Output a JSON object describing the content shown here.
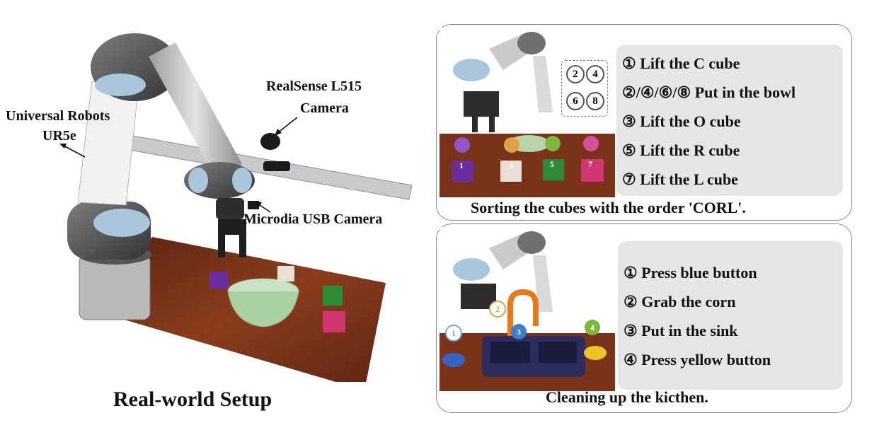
{
  "setup": {
    "title": "Real-world Setup",
    "labels": {
      "robot_line1": "Universal Robots",
      "robot_line2": "UR5e",
      "camera_top_line1": "RealSense  L515",
      "camera_top_line2": "Camera",
      "camera_wrist": "Microdia USB  Camera"
    },
    "cube_letters": [
      "C",
      "O",
      "R",
      "L"
    ]
  },
  "task1": {
    "steps": [
      "① Lift the C cube",
      "②/④/⑥/⑧ Put in the bowl",
      "③ Lift the O cube",
      "⑤ Lift the R cube",
      "⑦ Lift the L cube"
    ],
    "caption": "Sorting the cubes with the order 'CORL'.",
    "markers": [
      "1",
      "3",
      "5",
      "7"
    ],
    "bowl_markers": [
      "2",
      "4",
      "6",
      "8"
    ]
  },
  "task2": {
    "steps": [
      "① Press blue button",
      "② Grab the corn",
      "③ Put in the sink",
      "④ Press yellow button"
    ],
    "caption": "Cleaning up the kicthen.",
    "markers": [
      "1",
      "2",
      "3",
      "4"
    ]
  },
  "colors": {
    "table_wood": "#7a3218",
    "robot_gray": "#6f7072",
    "robot_cap": "#a9c6db",
    "panel_gray": "#e6e6e6",
    "marker_purple": "#8e57c6",
    "marker_orange": "#e0a14a",
    "marker_green": "#7ab83e",
    "marker_pink": "#d6509a",
    "marker_blue": "#6ea6dd"
  }
}
